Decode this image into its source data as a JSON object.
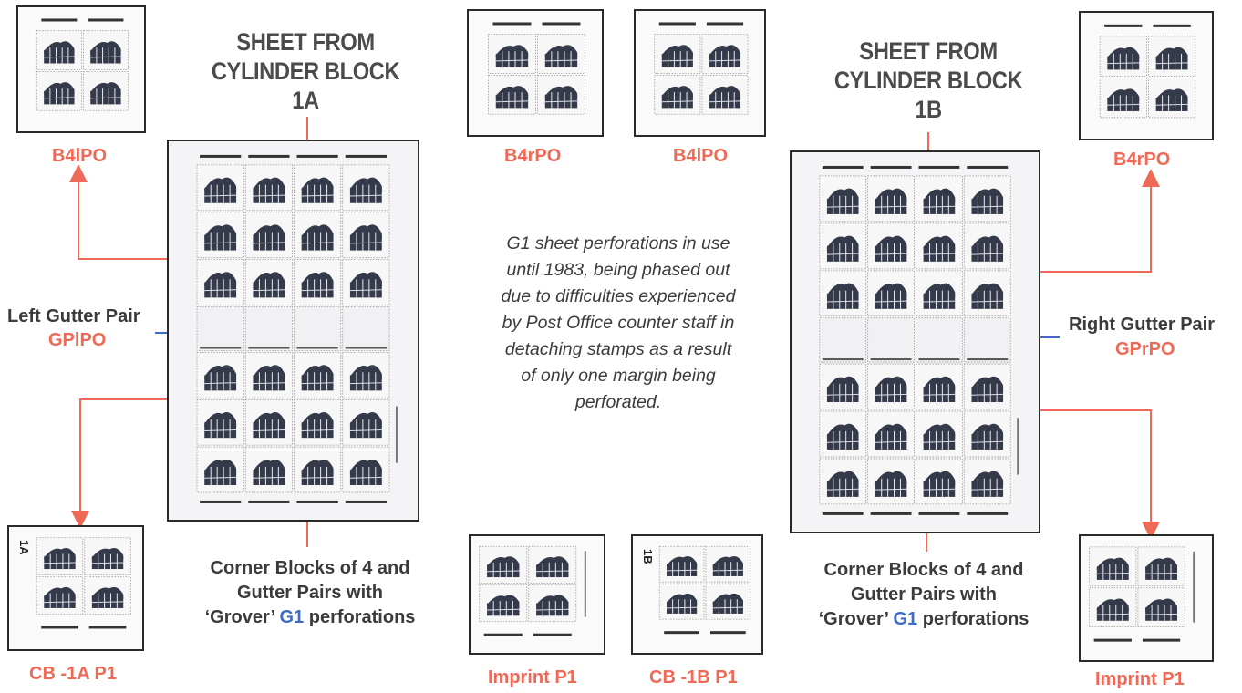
{
  "titles": {
    "left": [
      "SHEET FROM",
      "CYLINDER BLOCK",
      "1A"
    ],
    "right": [
      "SHEET FROM",
      "CYLINDER BLOCK",
      "1B"
    ]
  },
  "block_labels": {
    "top_left": "B4lPO",
    "top_mid_left": "B4rPO",
    "top_mid_right": "B4lPO",
    "top_right": "B4rPO",
    "bottom_left": "CB -1A P1",
    "bottom_mid_left": "Imprint P1",
    "bottom_mid_right": "CB -1B P1",
    "bottom_right": "Imprint P1"
  },
  "gutter_labels": {
    "left_title": "Left Gutter Pair",
    "left_code": "GPlPO",
    "right_title": "Right Gutter Pair",
    "right_code": "GPrPO"
  },
  "captions": {
    "line1": "Corner Blocks of 4 and",
    "line2": "Gutter Pairs with",
    "line3_a": "‘Grover’ ",
    "line3_b": "G1",
    "line3_c": " perforations"
  },
  "note": [
    "G1 sheet perforations in use",
    "until 1983, being phased out",
    "due to difficulties experienced",
    "by Post Office counter staff in",
    "detaching stamps as a result",
    "of only one margin being",
    "perforated."
  ],
  "cylinder_ids": {
    "a": "1A",
    "b": "1B"
  },
  "colors": {
    "accent_red": "#ee6a57",
    "accent_blue": "#3f6cc4",
    "text_dark": "#3b3b3b",
    "stamp_ink": "#353a4a"
  }
}
